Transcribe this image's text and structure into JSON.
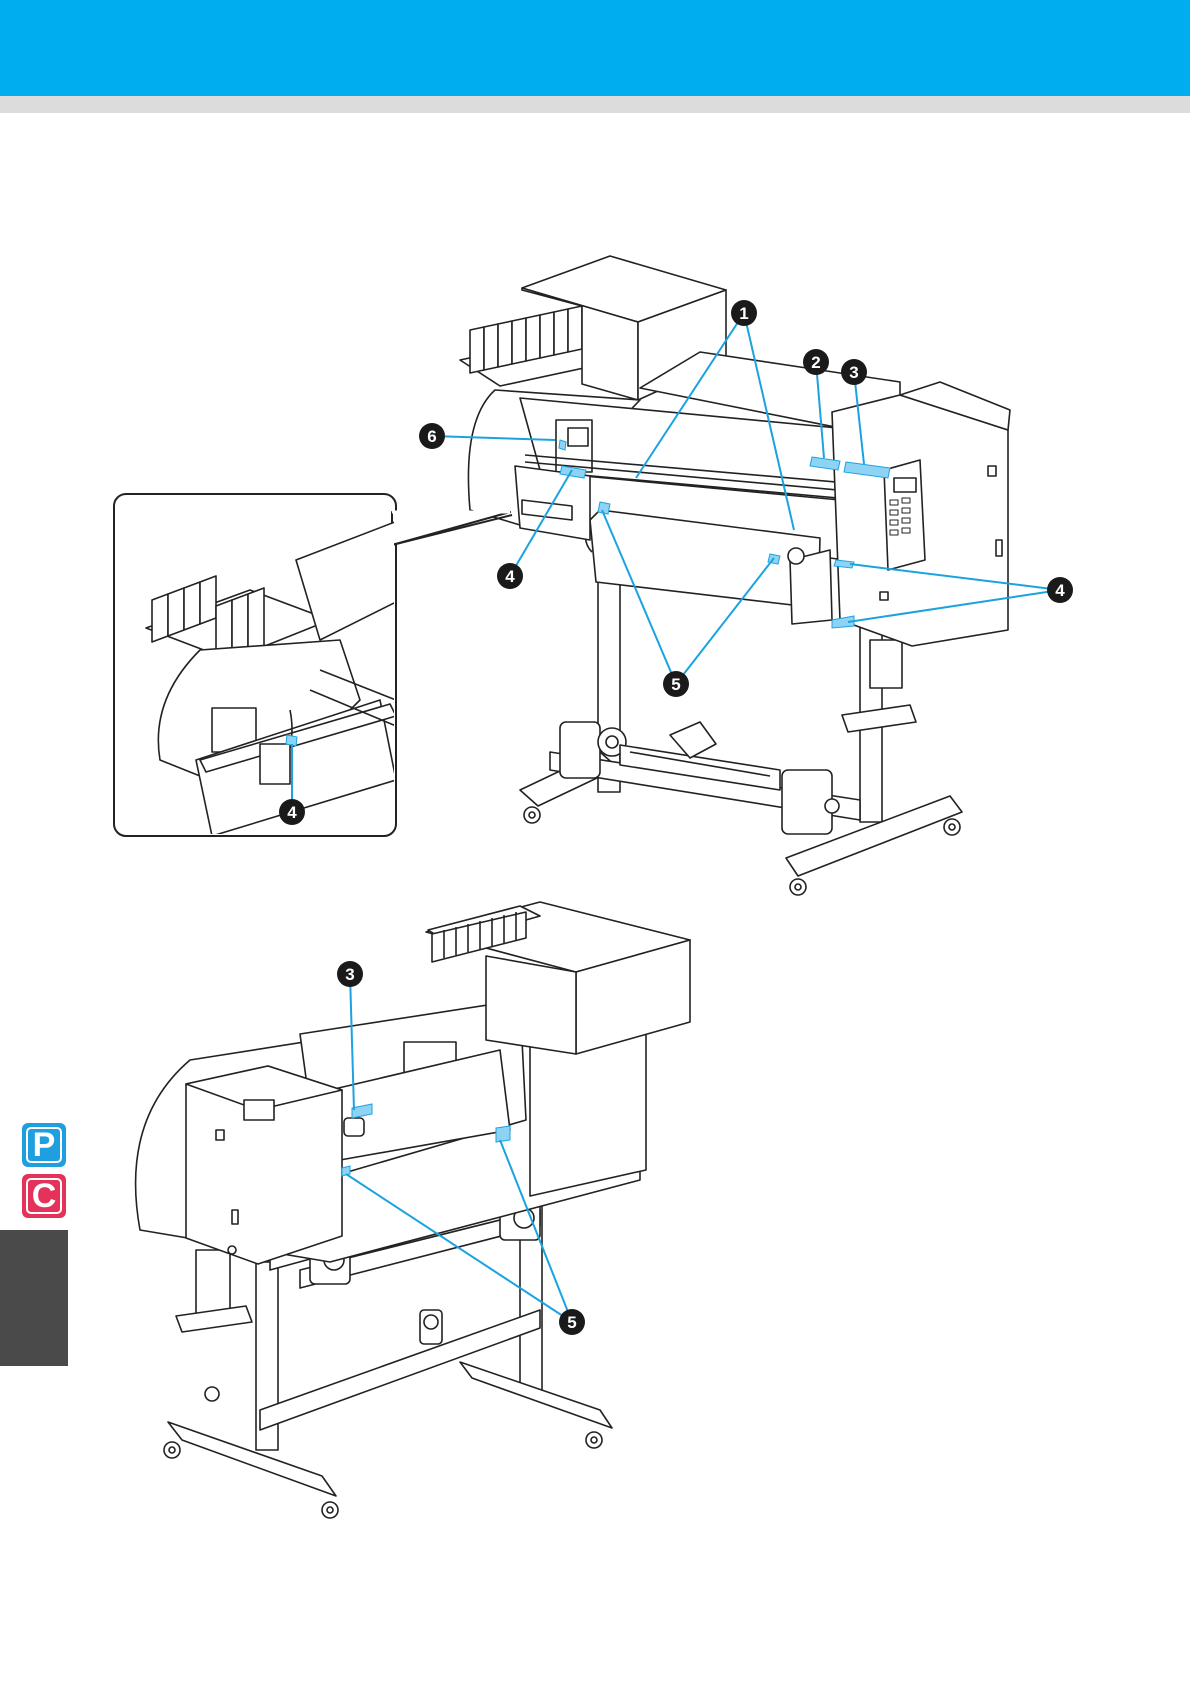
{
  "side_tabs": {
    "p": "P",
    "c": "C"
  },
  "callouts": {
    "front": [
      "1",
      "2",
      "3",
      "4",
      "4",
      "5",
      "6"
    ],
    "detail": [
      "4"
    ],
    "rear": [
      "3",
      "5"
    ]
  },
  "colors": {
    "header": "#00adef",
    "header_stripe": "#dcdcdc",
    "label_highlight": "#8fd3f4",
    "callout_line": "#1aa3e0",
    "tab_p": "#1f9fe0",
    "tab_c": "#e5325a",
    "side_block": "#4a4a4a"
  }
}
